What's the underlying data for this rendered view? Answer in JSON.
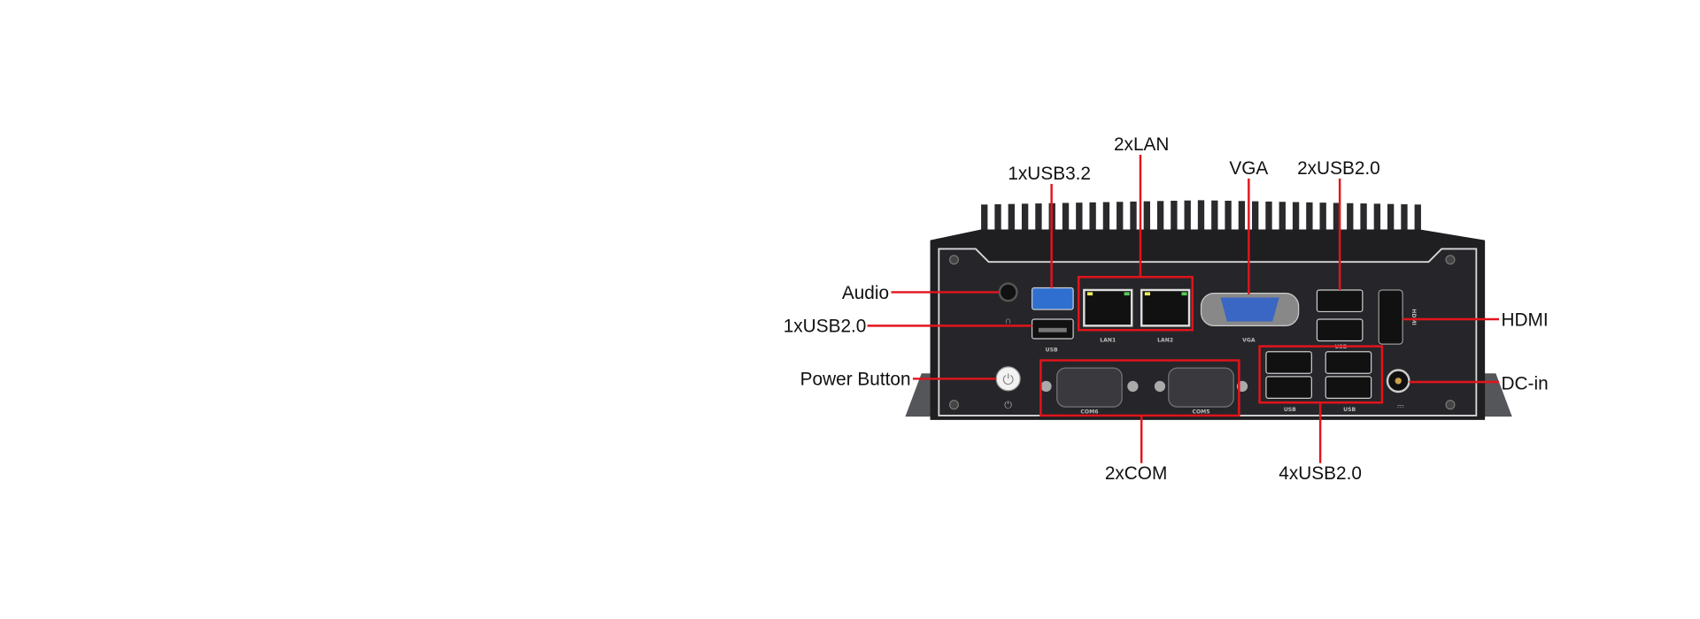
{
  "labels": {
    "usb32": "1xUSB3.2",
    "lan": "2xLAN",
    "vga": "VGA",
    "usb20_top": "2xUSB2.0",
    "audio": "Audio",
    "usb20_left": "1xUSB2.0",
    "power": "Power Button",
    "hdmi": "HDMI",
    "dcin": "DC-in",
    "com": "2xCOM",
    "usb20_bottom": "4xUSB2.0"
  },
  "panel_marks": {
    "usb": "USB",
    "lan1": "LAN1",
    "lan2": "LAN2",
    "vga": "VGA",
    "hdmi": "HDMI",
    "com6": "COM6",
    "com5": "COM5"
  },
  "colors": {
    "leader": "#e3141c",
    "chassis": "#1f1f22",
    "usb3": "#2f6fd0",
    "vga": "#3a66c4"
  }
}
